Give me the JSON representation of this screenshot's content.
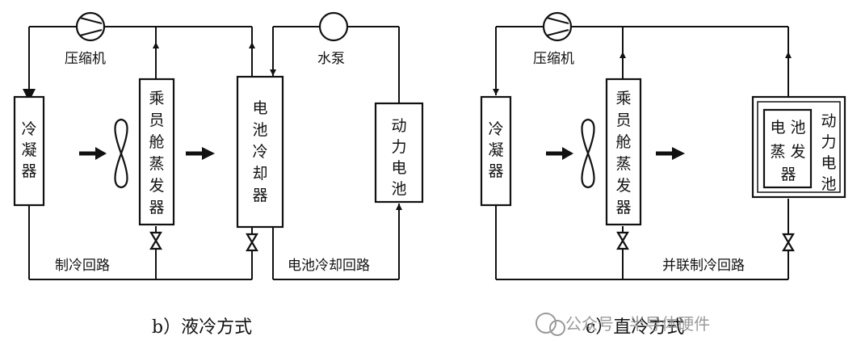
{
  "left_diagram": {
    "compressor_label": "压缩机",
    "pump_label": "水泵",
    "condenser": "冷凝器",
    "cabin_evaporator": "乘员舱蒸发器",
    "battery_chiller": "电池冷却器",
    "power_battery": "动力电池",
    "refrigeration_loop": "制冷回路",
    "battery_cooling_loop": "电池冷却回路",
    "caption": "b）液冷方式"
  },
  "right_diagram": {
    "compressor_label": "压缩机",
    "condenser": "冷凝器",
    "cabin_evaporator": "乘员舱蒸发器",
    "battery_evaporator": "电池蒸发器",
    "power_battery": "动力电池",
    "parallel_loop": "并联制冷回路",
    "caption": "c）直冷方式"
  },
  "watermark": "公众号 · 半导体硬件"
}
